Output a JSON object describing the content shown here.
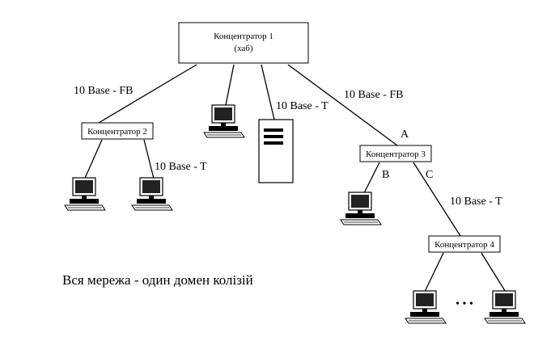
{
  "hubs": {
    "hub1": {
      "name": "Концентратор 1",
      "sub": "(хаб)"
    },
    "hub2": {
      "name": "Концентратор 2"
    },
    "hub3": {
      "name": "Концентратор 3"
    },
    "hub4": {
      "name": "Концентратор 4"
    }
  },
  "links": {
    "fb_left": "10 Base - FB",
    "fb_right": "10 Base - FB",
    "t_server": "10 Base - T",
    "t_hub2": "10 Base - T",
    "t_hub3": "10 Base - T"
  },
  "points": {
    "a": "A",
    "b": "B",
    "c": "C"
  },
  "dots": "• • •",
  "caption": "Вся мережа - один домен колізій",
  "icons": {
    "workstation": "workstation-icon",
    "server": "server-icon"
  }
}
